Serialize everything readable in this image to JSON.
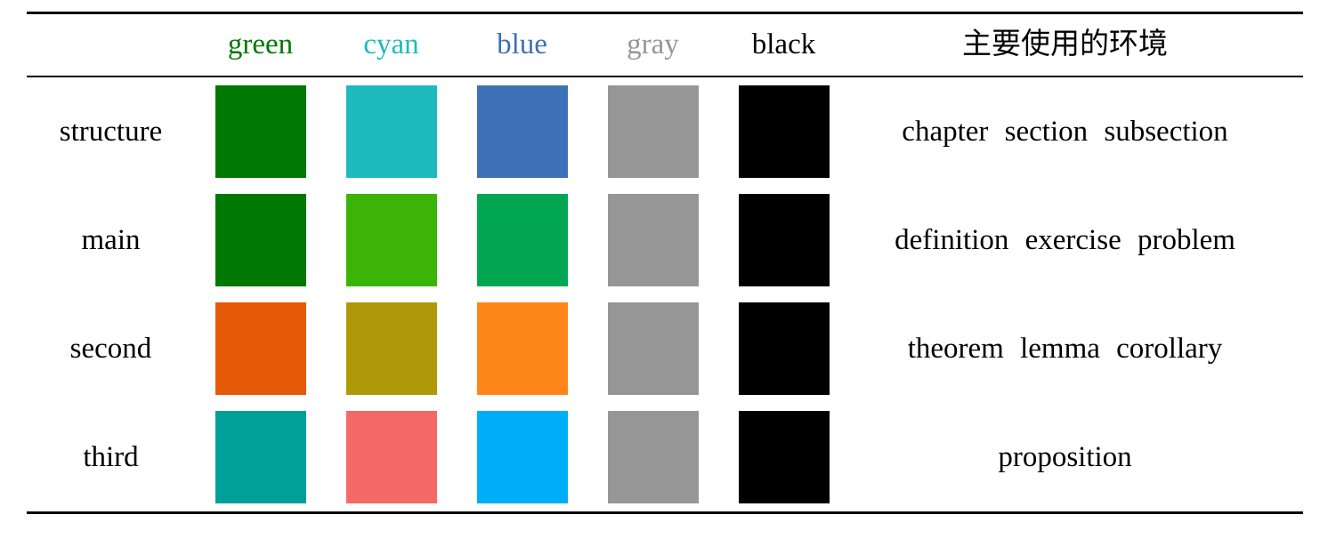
{
  "table": {
    "columns": [
      {
        "key": "green",
        "label": "green",
        "label_color": "#007802"
      },
      {
        "key": "cyan",
        "label": "cyan",
        "label_color": "#1fbabe"
      },
      {
        "key": "blue",
        "label": "blue",
        "label_color": "#3c71b7"
      },
      {
        "key": "gray",
        "label": "gray",
        "label_color": "#969696"
      },
      {
        "key": "black",
        "label": "black",
        "label_color": "#000000"
      }
    ],
    "usage_header": "主要使用的环境",
    "rows": [
      {
        "label": "structure",
        "swatches": [
          "#007802",
          "#1fbabe",
          "#3c71b7",
          "#969696",
          "#000000"
        ],
        "usage": "chapter section subsection"
      },
      {
        "label": "main",
        "swatches": [
          "#007802",
          "#3bb405",
          "#00a652",
          "#969696",
          "#000000"
        ],
        "usage": "definition exercise problem"
      },
      {
        "label": "second",
        "swatches": [
          "#e65a07",
          "#af9908",
          "#ff8618",
          "#969696",
          "#000000"
        ],
        "usage": "theorem lemma corollary"
      },
      {
        "label": "third",
        "swatches": [
          "#00a098",
          "#f46966",
          "#00aef7",
          "#969696",
          "#000000"
        ],
        "usage": "proposition"
      }
    ]
  }
}
